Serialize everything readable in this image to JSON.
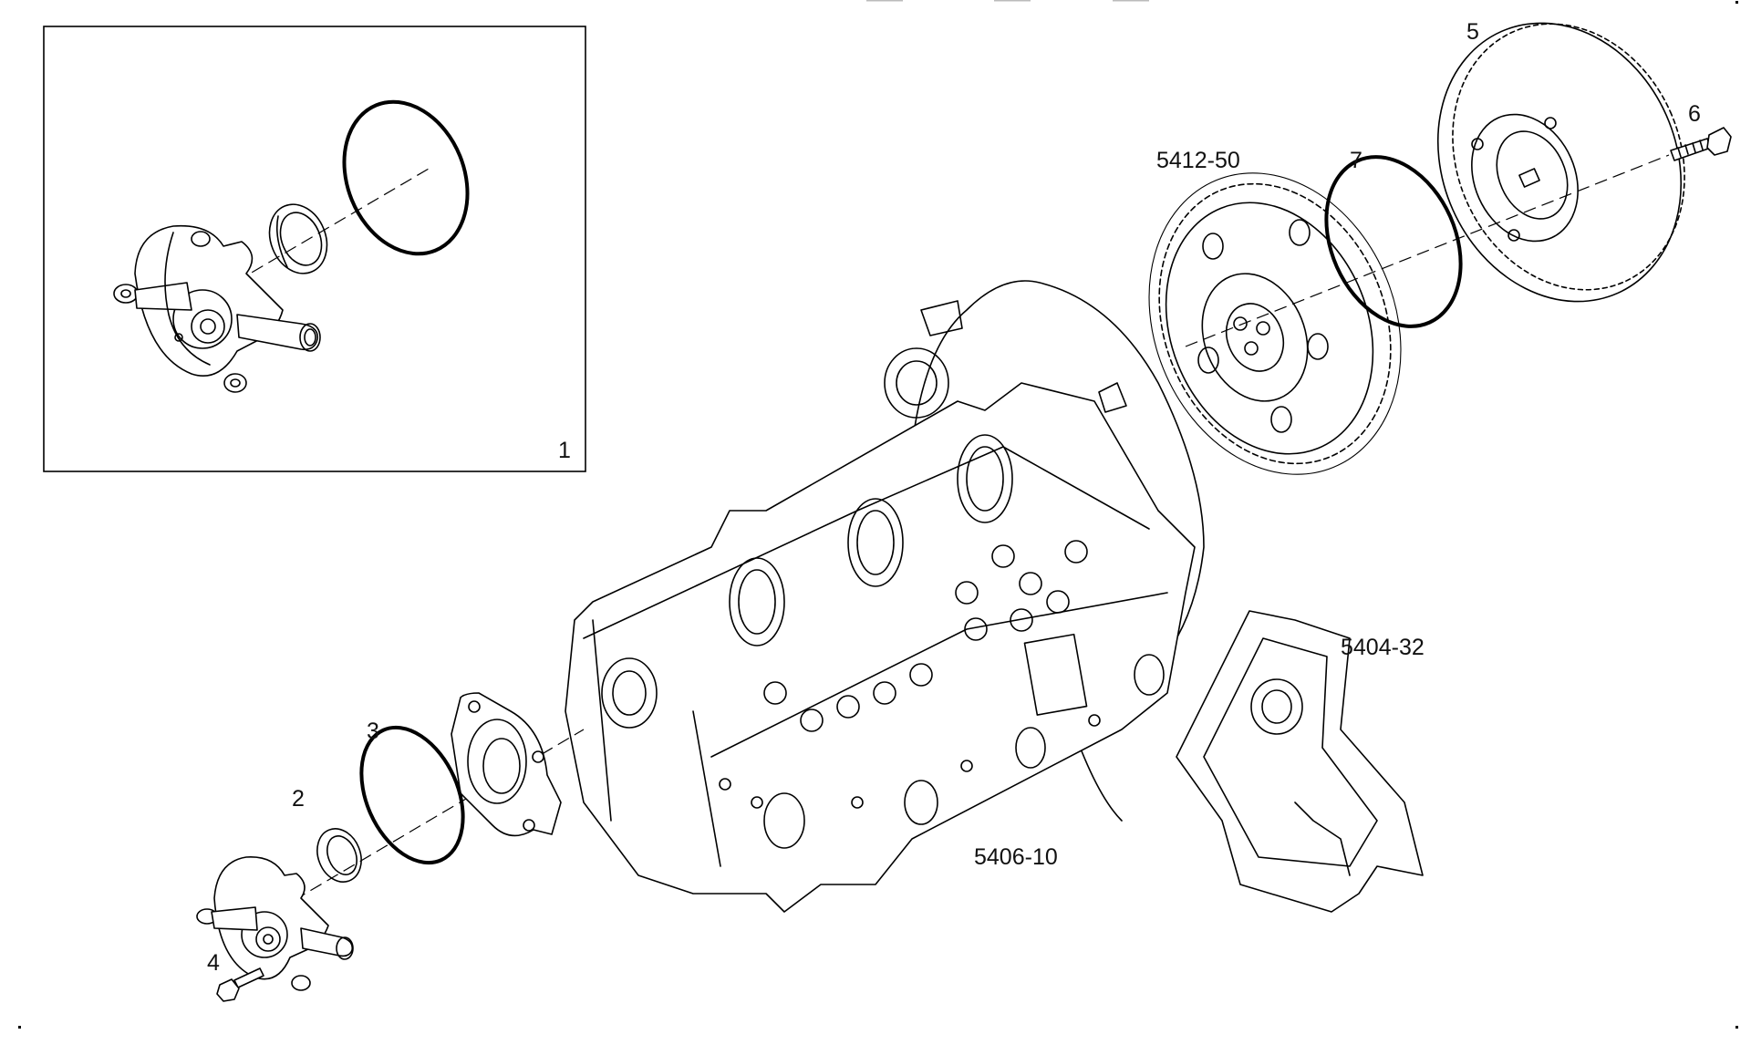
{
  "callouts": {
    "kit": "1",
    "seal": "2",
    "o_ring_small": "3",
    "bolt_small": "4",
    "damper": "5",
    "bolt_large": "6",
    "o_ring_large": "7",
    "ref_gear": "5412-50",
    "ref_cover": "5404-32",
    "ref_block": "5406-10"
  }
}
